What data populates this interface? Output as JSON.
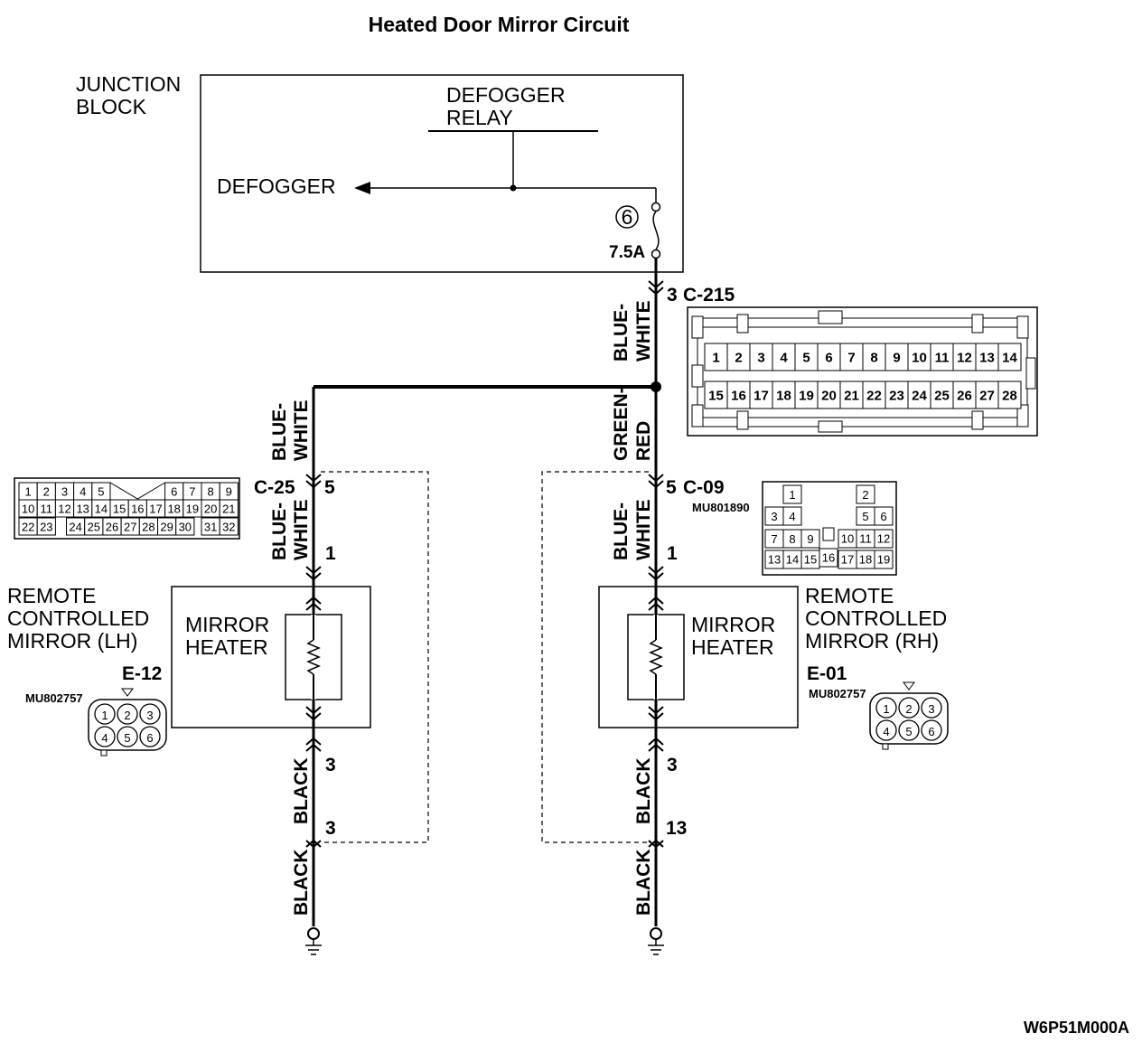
{
  "title": "Heated Door Mirror Circuit",
  "junction_block": {
    "label_line1": "JUNCTION",
    "label_line2": "BLOCK",
    "relay_line1": "DEFOGGER",
    "relay_line2": "RELAY",
    "defogger": "DEFOGGER",
    "fuse_number": "6",
    "fuse_rating": "7.5A"
  },
  "connectors": {
    "c215": {
      "pin": "3",
      "name": "C-215",
      "row1": [
        "1",
        "2",
        "3",
        "4",
        "5",
        "6",
        "7",
        "8",
        "9",
        "10",
        "11",
        "12",
        "13",
        "14"
      ],
      "row2": [
        "15",
        "16",
        "17",
        "18",
        "19",
        "20",
        "21",
        "22",
        "23",
        "24",
        "25",
        "26",
        "27",
        "28"
      ]
    },
    "c25": {
      "name": "C-25",
      "pin_in": "5",
      "pin_out": "1",
      "row1": [
        "1",
        "2",
        "3",
        "4",
        "5",
        "6",
        "7",
        "8",
        "9"
      ],
      "row2": [
        "10",
        "11",
        "12",
        "13",
        "14",
        "15",
        "16",
        "17",
        "18",
        "19",
        "20",
        "21"
      ],
      "row3": [
        "22",
        "23",
        "24",
        "25",
        "26",
        "27",
        "28",
        "29",
        "30",
        "31",
        "32"
      ]
    },
    "c09": {
      "name": "C-09",
      "pin_in": "5",
      "pin_out": "1",
      "part": "MU801890",
      "pins": [
        "1",
        "2",
        "3",
        "4",
        "5",
        "6",
        "7",
        "8",
        "9",
        "10",
        "11",
        "12",
        "13",
        "14",
        "15",
        "16",
        "17",
        "18",
        "19"
      ]
    },
    "e12": {
      "name": "E-12",
      "part": "MU802757",
      "pins": [
        "1",
        "2",
        "3",
        "4",
        "5",
        "6"
      ],
      "pin_gnd_top": "3",
      "pin_gnd_bottom": "3"
    },
    "e01": {
      "name": "E-01",
      "part": "MU802757",
      "pins": [
        "1",
        "2",
        "3",
        "4",
        "5",
        "6"
      ],
      "pin_gnd_top": "3",
      "pin_gnd_bottom": "13"
    }
  },
  "wires": {
    "main_top": [
      "BLUE-",
      "WHITE"
    ],
    "left_upper": [
      "BLUE-",
      "WHITE"
    ],
    "left_lower": [
      "BLUE-",
      "WHITE"
    ],
    "right_upper": [
      "GREEN-",
      "RED"
    ],
    "right_lower": [
      "BLUE-",
      "WHITE"
    ],
    "black": "BLACK"
  },
  "mirror_lh": {
    "line1": "REMOTE",
    "line2": "CONTROLLED",
    "line3": "MIRROR (LH)",
    "heater1": "MIRROR",
    "heater2": "HEATER"
  },
  "mirror_rh": {
    "line1": "REMOTE",
    "line2": "CONTROLLED",
    "line3": "MIRROR (RH)",
    "heater1": "MIRROR",
    "heater2": "HEATER"
  },
  "figure_code": "W6P51M000A"
}
